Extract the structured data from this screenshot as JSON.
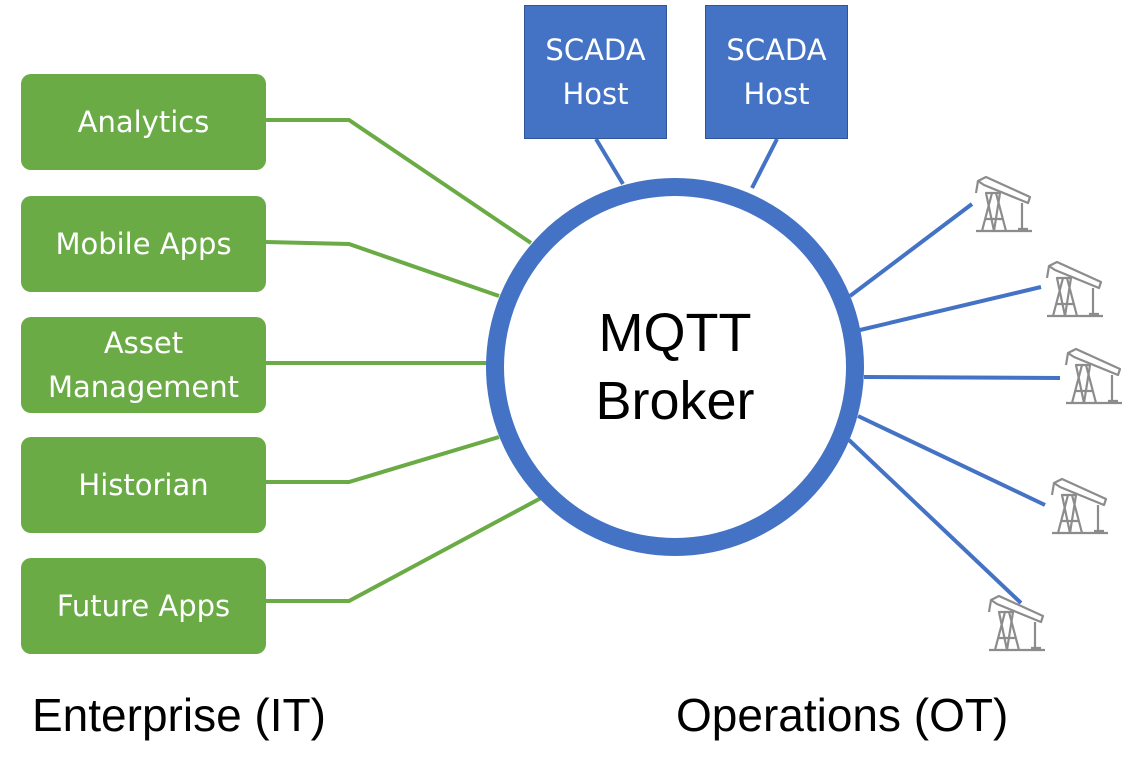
{
  "enterprise_apps": [
    {
      "label": "Analytics"
    },
    {
      "label": "Mobile Apps"
    },
    {
      "label": "Asset\nManagement"
    },
    {
      "label": "Historian"
    },
    {
      "label": "Future Apps"
    }
  ],
  "scada_hosts": [
    {
      "label": "SCADA\nHost"
    },
    {
      "label": "SCADA\nHost"
    }
  ],
  "broker": {
    "label": "MQTT\nBroker"
  },
  "field_devices": [
    {
      "icon": "oil-pump-icon"
    },
    {
      "icon": "oil-pump-icon"
    },
    {
      "icon": "oil-pump-icon"
    },
    {
      "icon": "oil-pump-icon"
    },
    {
      "icon": "oil-pump-icon"
    }
  ],
  "footer": {
    "enterprise_label": "Enterprise (IT)",
    "operations_label": "Operations (OT)"
  },
  "colors": {
    "it_green": "#6aab46",
    "ot_blue": "#4472c4",
    "pump_gray": "#8c8c8c"
  }
}
